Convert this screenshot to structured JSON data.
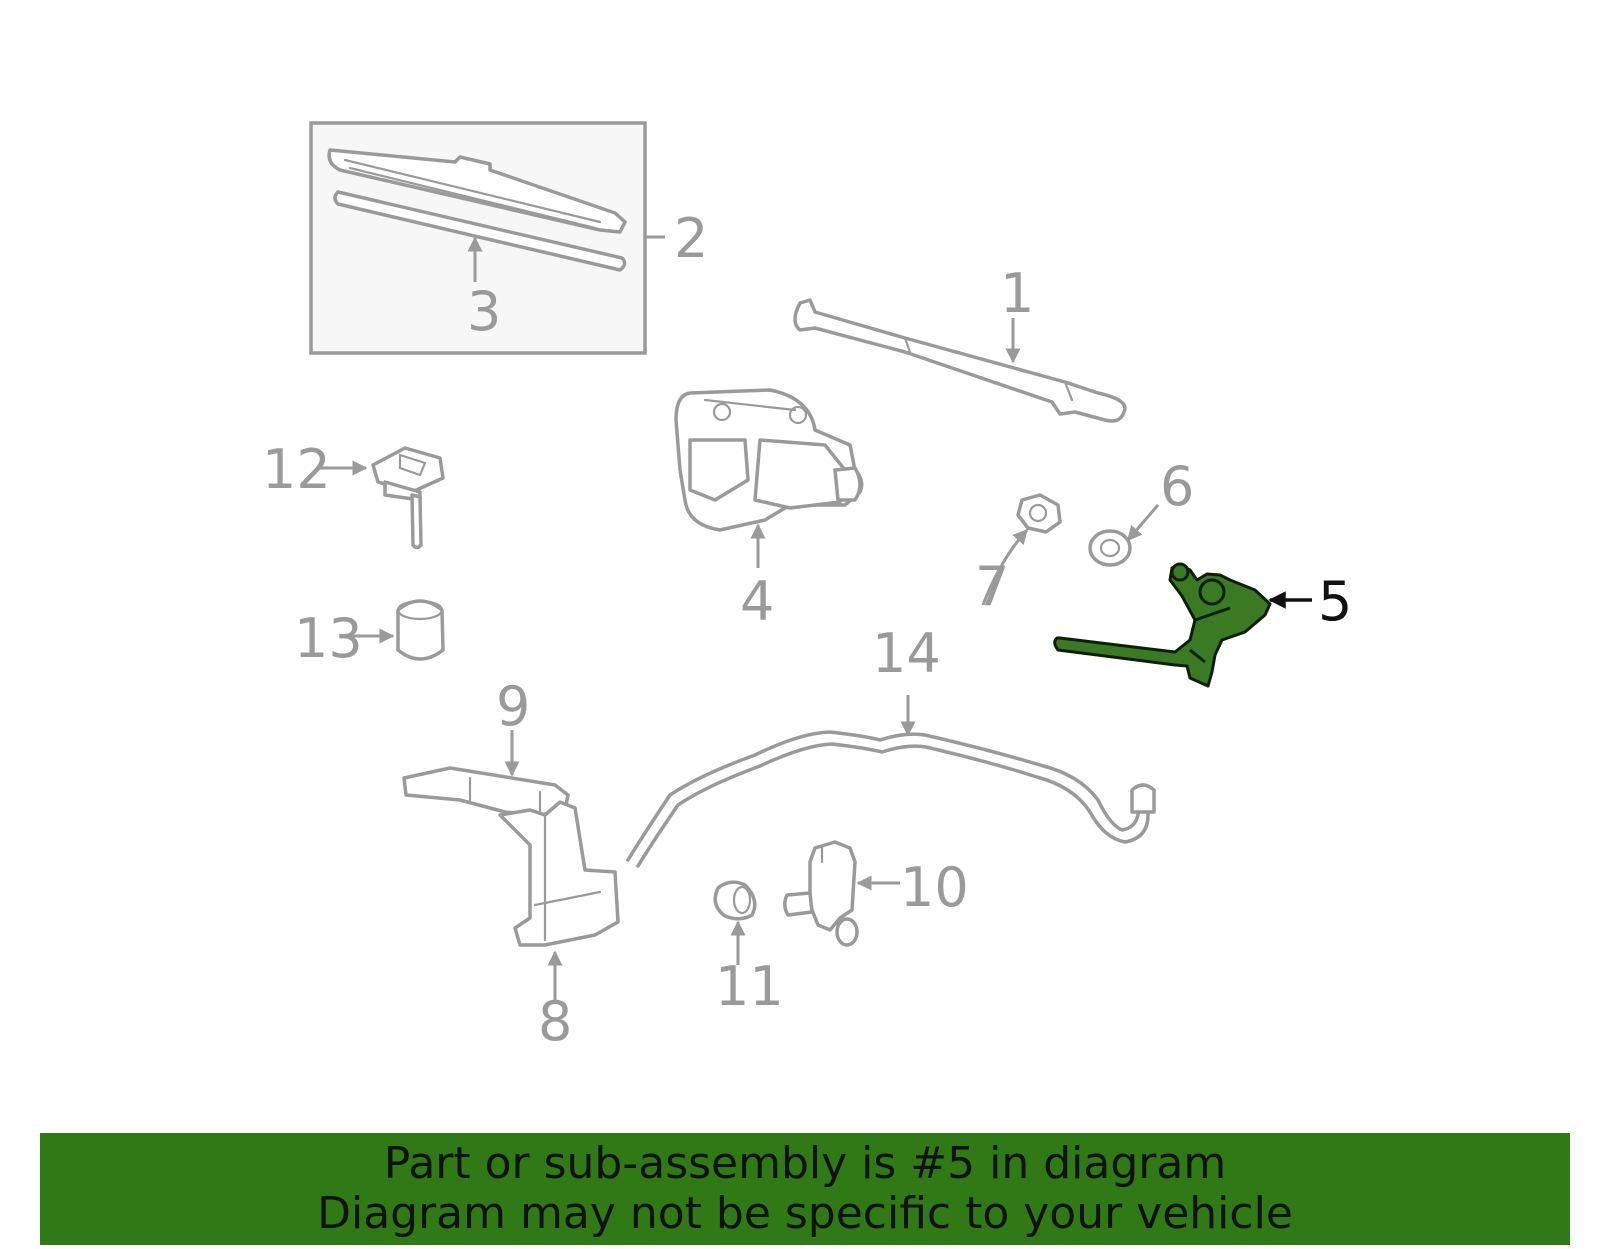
{
  "diagram": {
    "callouts": {
      "c1": "1",
      "c2": "2",
      "c3": "3",
      "c4": "4",
      "c5": "5",
      "c6": "6",
      "c7": "7",
      "c8": "8",
      "c9": "9",
      "c10": "10",
      "c11": "11",
      "c12": "12",
      "c13": "13",
      "c14": "14"
    },
    "highlighted_part": "5",
    "highlight_color": "#3a7a22",
    "part_line_color": "#9a9a9a"
  },
  "banner": {
    "line1": "Part or sub-assembly is #5 in diagram",
    "line2": "Diagram may not be specific to your vehicle",
    "background_color": "#2f7a14"
  }
}
